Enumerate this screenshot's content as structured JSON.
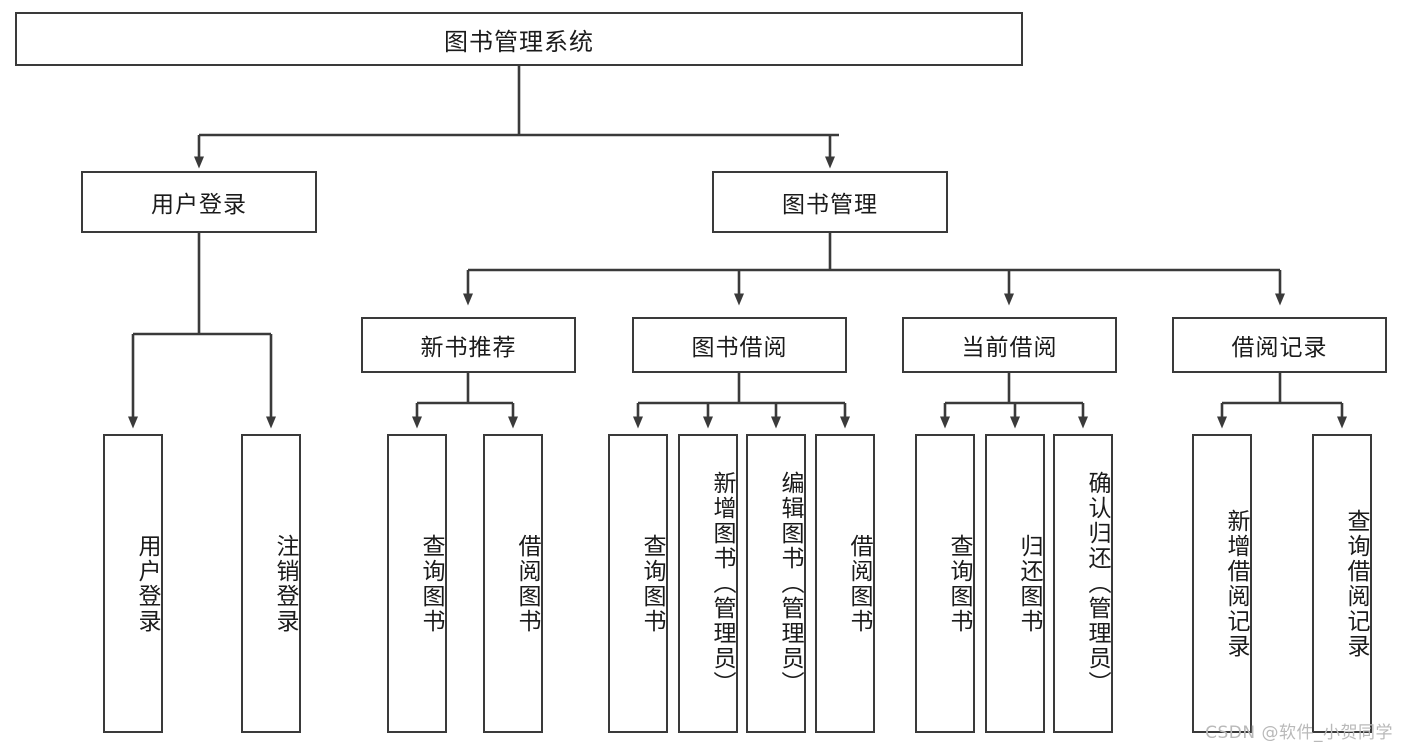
{
  "diagram": {
    "title": "图书管理系统",
    "type": "tree-hierarchy",
    "root": {
      "label": "图书管理系统"
    },
    "level2": [
      {
        "id": "user-login",
        "label": "用户登录"
      },
      {
        "id": "book-manage",
        "label": "图书管理"
      }
    ],
    "level3": [
      {
        "id": "new-book-recommend",
        "label": "新书推荐"
      },
      {
        "id": "book-borrow",
        "label": "图书借阅"
      },
      {
        "id": "current-borrow",
        "label": "当前借阅"
      },
      {
        "id": "borrow-record",
        "label": "借阅记录"
      }
    ],
    "leaves": [
      {
        "id": "leaf-user-login",
        "label": "用户登录"
      },
      {
        "id": "leaf-logout-login",
        "label": "注销登录"
      },
      {
        "id": "leaf-query-book-1",
        "label": "查询图书"
      },
      {
        "id": "leaf-borrow-book-1",
        "label": "借阅图书"
      },
      {
        "id": "leaf-query-book-2",
        "label": "查询图书"
      },
      {
        "id": "leaf-add-book",
        "label": "新增图书（管理员）"
      },
      {
        "id": "leaf-edit-book",
        "label": "编辑图书（管理员）"
      },
      {
        "id": "leaf-borrow-book-2",
        "label": "借阅图书"
      },
      {
        "id": "leaf-query-book-3",
        "label": "查询图书"
      },
      {
        "id": "leaf-return-book",
        "label": "归还图书"
      },
      {
        "id": "leaf-confirm-return",
        "label": "确认归还（管理员）"
      },
      {
        "id": "leaf-add-record",
        "label": "新增借阅记录"
      },
      {
        "id": "leaf-query-record",
        "label": "查询借阅记录"
      }
    ]
  },
  "watermark": {
    "text": "CSDN @软件_小贺同学"
  },
  "colors": {
    "stroke": "#3a3a3a",
    "fill": "#ffffff",
    "text": "#1b1b1b",
    "watermark": "#b9b9b9"
  }
}
